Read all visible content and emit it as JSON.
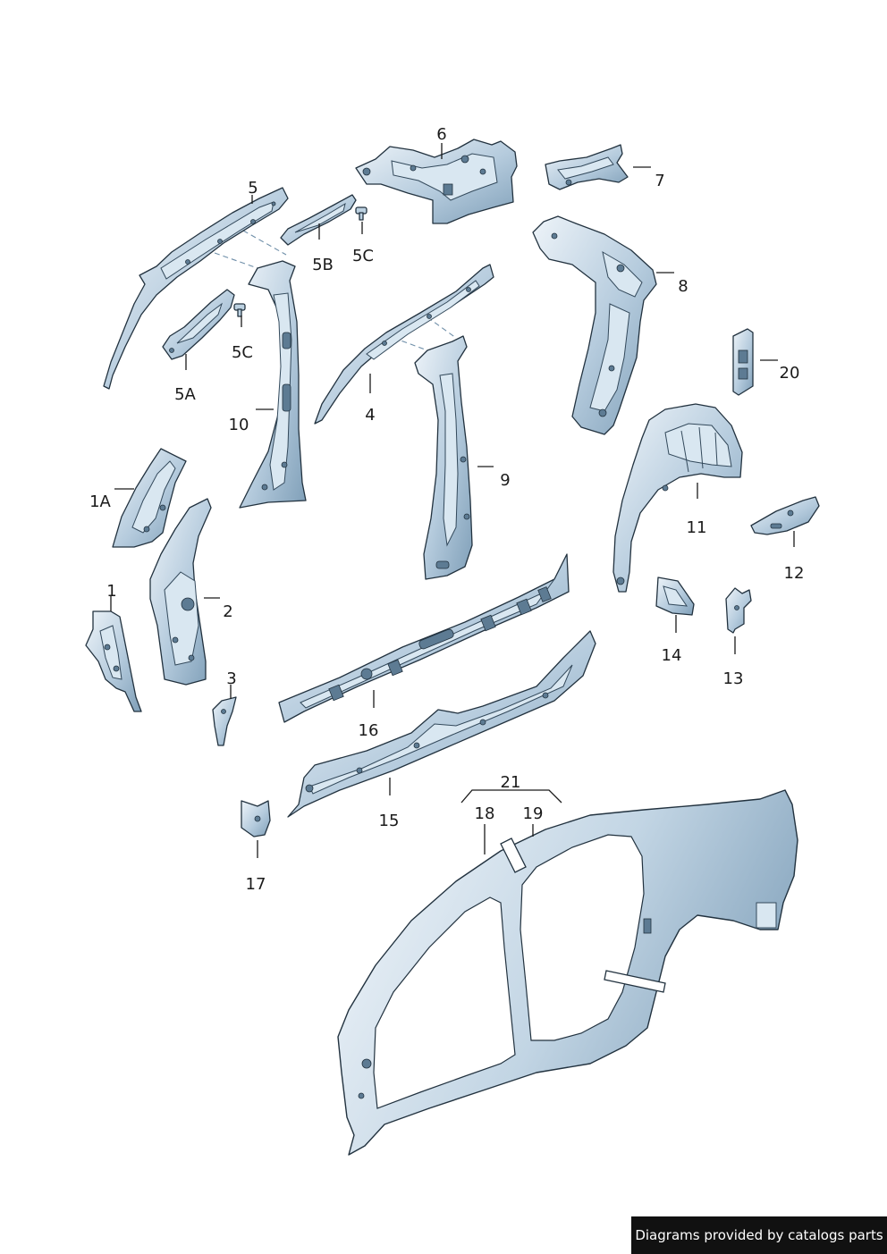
{
  "labels": {
    "p1": "1",
    "p1a": "1A",
    "p2": "2",
    "p3": "3",
    "p4": "4",
    "p5": "5",
    "p5a": "5A",
    "p5b": "5B",
    "p5c_a": "5C",
    "p5c_b": "5C",
    "p6": "6",
    "p7": "7",
    "p8": "8",
    "p9": "9",
    "p10": "10",
    "p11": "11",
    "p12": "12",
    "p13": "13",
    "p14": "14",
    "p15": "15",
    "p16": "16",
    "p17": "17",
    "p18": "18",
    "p19": "19",
    "p20": "20",
    "p21": "21"
  },
  "footer": {
    "credit": "Diagrams provided by catalogs parts"
  },
  "colors": {
    "steel_light": "#e4eef6",
    "steel_dark": "#7f9fb8",
    "outline": "#22323f",
    "banner": "#111111"
  }
}
